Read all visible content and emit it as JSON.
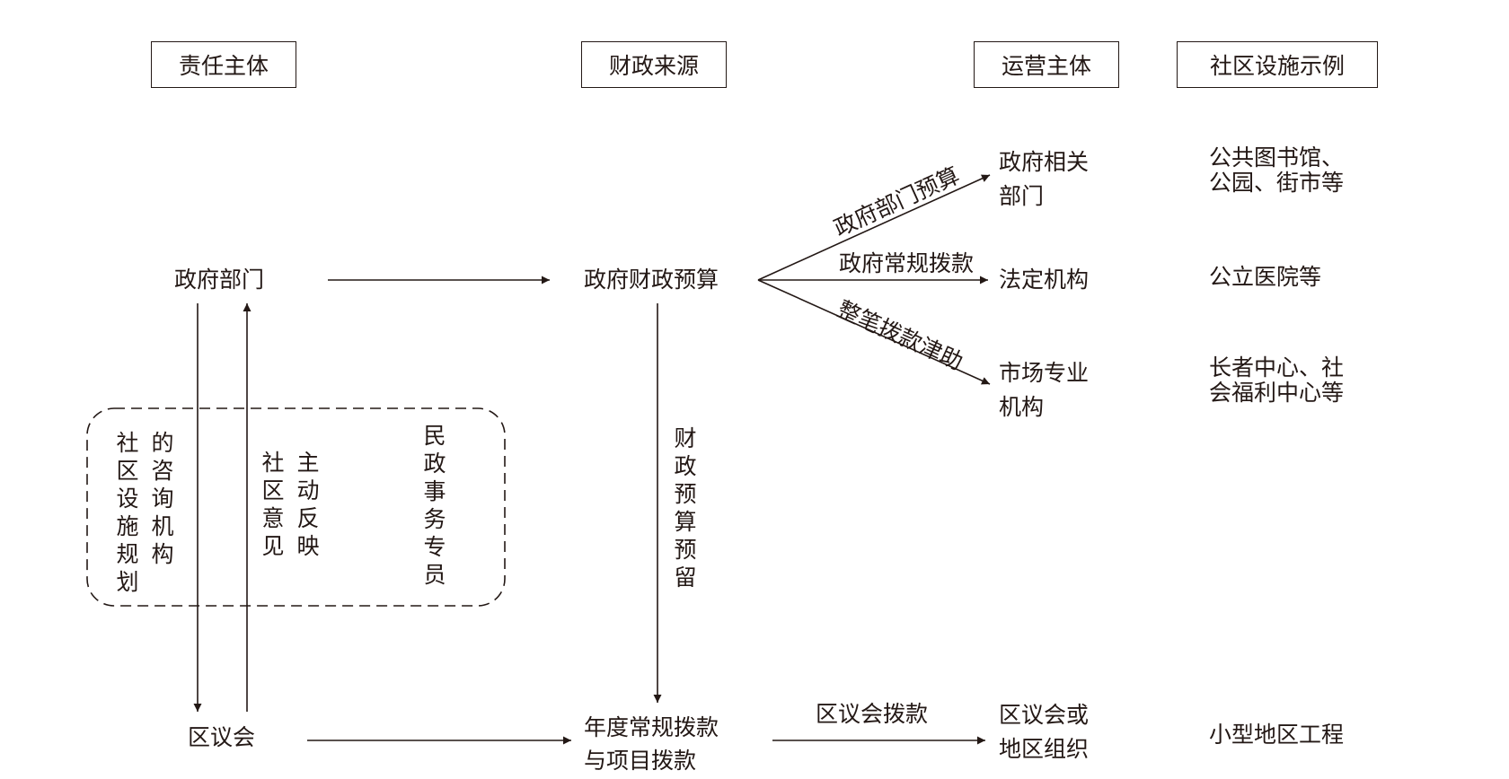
{
  "headers": {
    "responsibility": "责任主体",
    "funding": "财政来源",
    "operator": "运营主体",
    "facility": "社区设施示例"
  },
  "nodes": {
    "gov_dept": "政府部门",
    "district_council": "区议会",
    "gov_budget": "政府财政预算",
    "annual_funding": "年度常规拨款\n与项目拨款",
    "op_gov_related": "政府相关\n部门",
    "op_statutory": "法定机构",
    "op_market": "市场专业\n机构",
    "op_district": "区议会或\n地区组织",
    "ex_library": "公共图书馆、\n公园、街市等",
    "ex_hospital": "公立医院等",
    "ex_elderly": "长者中心、社\n会福利中心等",
    "ex_small": "小型地区工程"
  },
  "edge_labels": {
    "dept_budget": "政府部门预算",
    "regular_grant": "政府常规拨款",
    "lump_sum": "整笔拨款津助",
    "budget_reserve": "财政预算预留",
    "council_grant": "区议会拨款"
  },
  "group_labels": {
    "advisory_col1": "社区设施规划",
    "advisory_col2": "的咨询机构",
    "feedback_col1": "社区意见",
    "feedback_col2": "主动反映",
    "civil_affairs": "民政事务专员"
  },
  "colors": {
    "line": "#231815",
    "text": "#231815",
    "background": "#ffffff"
  }
}
